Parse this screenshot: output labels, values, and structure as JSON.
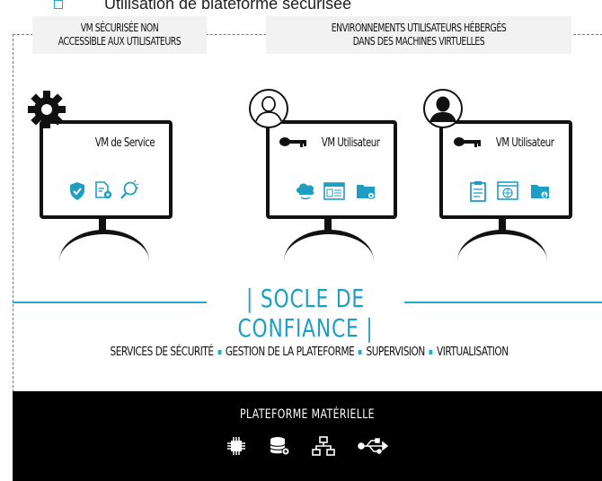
{
  "top_cut_text": "Utilisation de plateforme sécurisée",
  "labels": {
    "left": [
      "VM SÉCURISÉE NON",
      "ACCESSIBLE AUX UTILISATEURS"
    ],
    "right": [
      "ENVIRONNEMENTS UTILISATEURS HÉBERGÉS",
      "DANS DES MACHINES VIRTUELLES"
    ]
  },
  "monitors": [
    {
      "title": "VM de Service",
      "badge_icon": "gear-icon",
      "icons": [
        "shield-check-icon",
        "document-settings-icon",
        "magnifier-icon"
      ]
    },
    {
      "title": "VM Utilisateur",
      "badge_icon": "user-outline-icon",
      "key_icon": "key-icon",
      "icons": [
        "cloud-icon",
        "browser-window-icon",
        "folder-icon"
      ]
    },
    {
      "title": "VM Utilisateur",
      "badge_icon": "user-filled-icon",
      "key_icon": "key-icon",
      "icons": [
        "clipboard-icon",
        "web-window-icon",
        "folder-download-icon"
      ]
    }
  ],
  "socle": {
    "title": "| SOCLE DE CONFIANCE |",
    "services": [
      "SERVICES DE SÉCURITÉ",
      "GESTION DE LA PLATEFORME",
      "SUPERVISION",
      "VIRTUALISATION"
    ]
  },
  "hardware": {
    "title": "PLATEFORME MATÉRIELLE",
    "icons": [
      "cpu-icon",
      "database-icon",
      "network-icon",
      "usb-icon"
    ]
  },
  "colors": {
    "accent": "#29a9cc",
    "dark": "#111111",
    "label_bg": "#f2f2f2"
  }
}
